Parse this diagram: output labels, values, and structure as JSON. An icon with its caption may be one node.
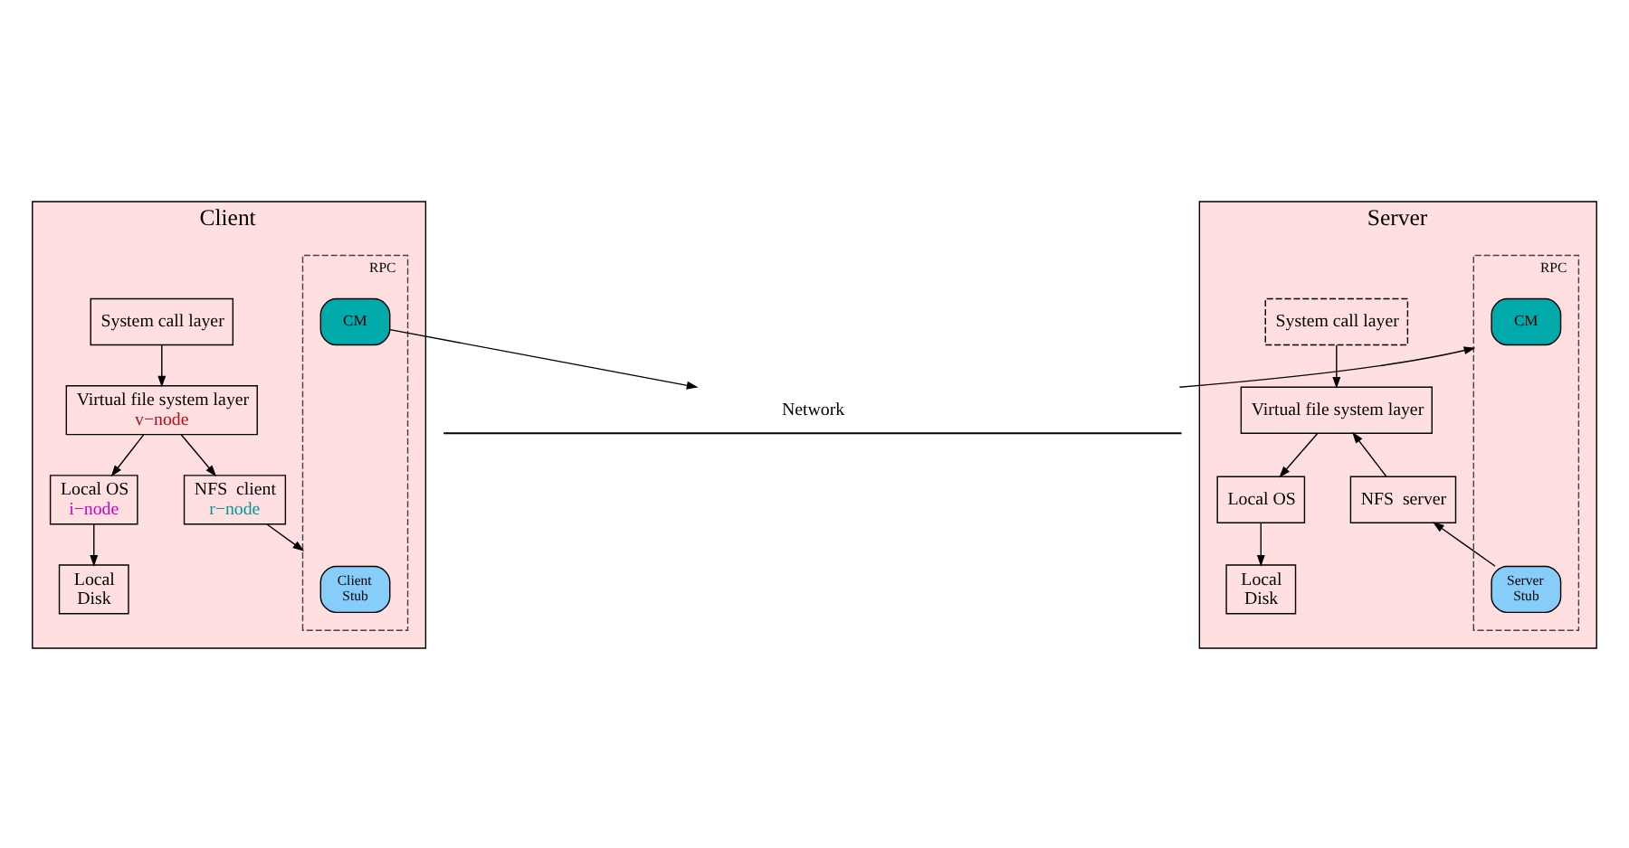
{
  "diagram": {
    "nodes": [
      {
        "text": [
          "Client"
        ]
      },
      {
        "text": [
          "System call layer"
        ],
        "in": 0
      },
      {
        "text": [
          "Virtual file system layer",
          "v−node"
        ],
        "in": 0
      },
      {
        "text": [
          "Local OS",
          "i−node"
        ],
        "in": 0
      },
      {
        "text": [
          "NFS  client",
          "r−node"
        ],
        "in": 0
      },
      {
        "text": [
          "Local Disk"
        ],
        "in": 0
      },
      {
        "text": [
          "RPC"
        ],
        "in": 0
      },
      {
        "text": [
          "Client Stub"
        ],
        "in": 6
      },
      {
        "text": [
          "CM"
        ],
        "in": 6
      },
      {
        "text": [
          "Server"
        ]
      },
      {
        "text": [
          "System call layer"
        ],
        "in": 9
      },
      {
        "text": [
          "Virtual file system layer"
        ],
        "in": 9
      },
      {
        "text": [
          "NFS  server"
        ],
        "in": 9
      },
      {
        "text": [
          "Local OS"
        ],
        "in": 9
      },
      {
        "text": [
          "RPC"
        ],
        "in": 9
      },
      {
        "text": [
          "Server Stub"
        ],
        "in": 14
      },
      {
        "text": [
          "CM"
        ],
        "in": 14
      },
      {
        "text": [
          "Local Disk"
        ],
        "in": 9
      },
      {
        "text": [
          "Network"
        ]
      }
    ],
    "edges": [
      {
        "from": 1,
        "to": 2,
        "arrow": "to"
      },
      {
        "from": 2,
        "to": 3,
        "arrow": "to"
      },
      {
        "from": 2,
        "to": 4,
        "arrow": "to"
      },
      {
        "from": 3,
        "to": 5,
        "arrow": "to"
      },
      {
        "from": 4,
        "to": 6,
        "arrow": "to"
      },
      {
        "from": 8,
        "to": 18,
        "arrow": "to"
      },
      {
        "from": 10,
        "to": 11,
        "arrow": "to"
      },
      {
        "from": 18,
        "to": 14,
        "arrow": "to"
      },
      {
        "from": 15,
        "to": 12,
        "arrow": "to"
      },
      {
        "from": 12,
        "to": 11,
        "arrow": "to"
      },
      {
        "from": 11,
        "to": 13,
        "arrow": "to"
      },
      {
        "from": 13,
        "to": 17,
        "arrow": "to"
      }
    ]
  }
}
